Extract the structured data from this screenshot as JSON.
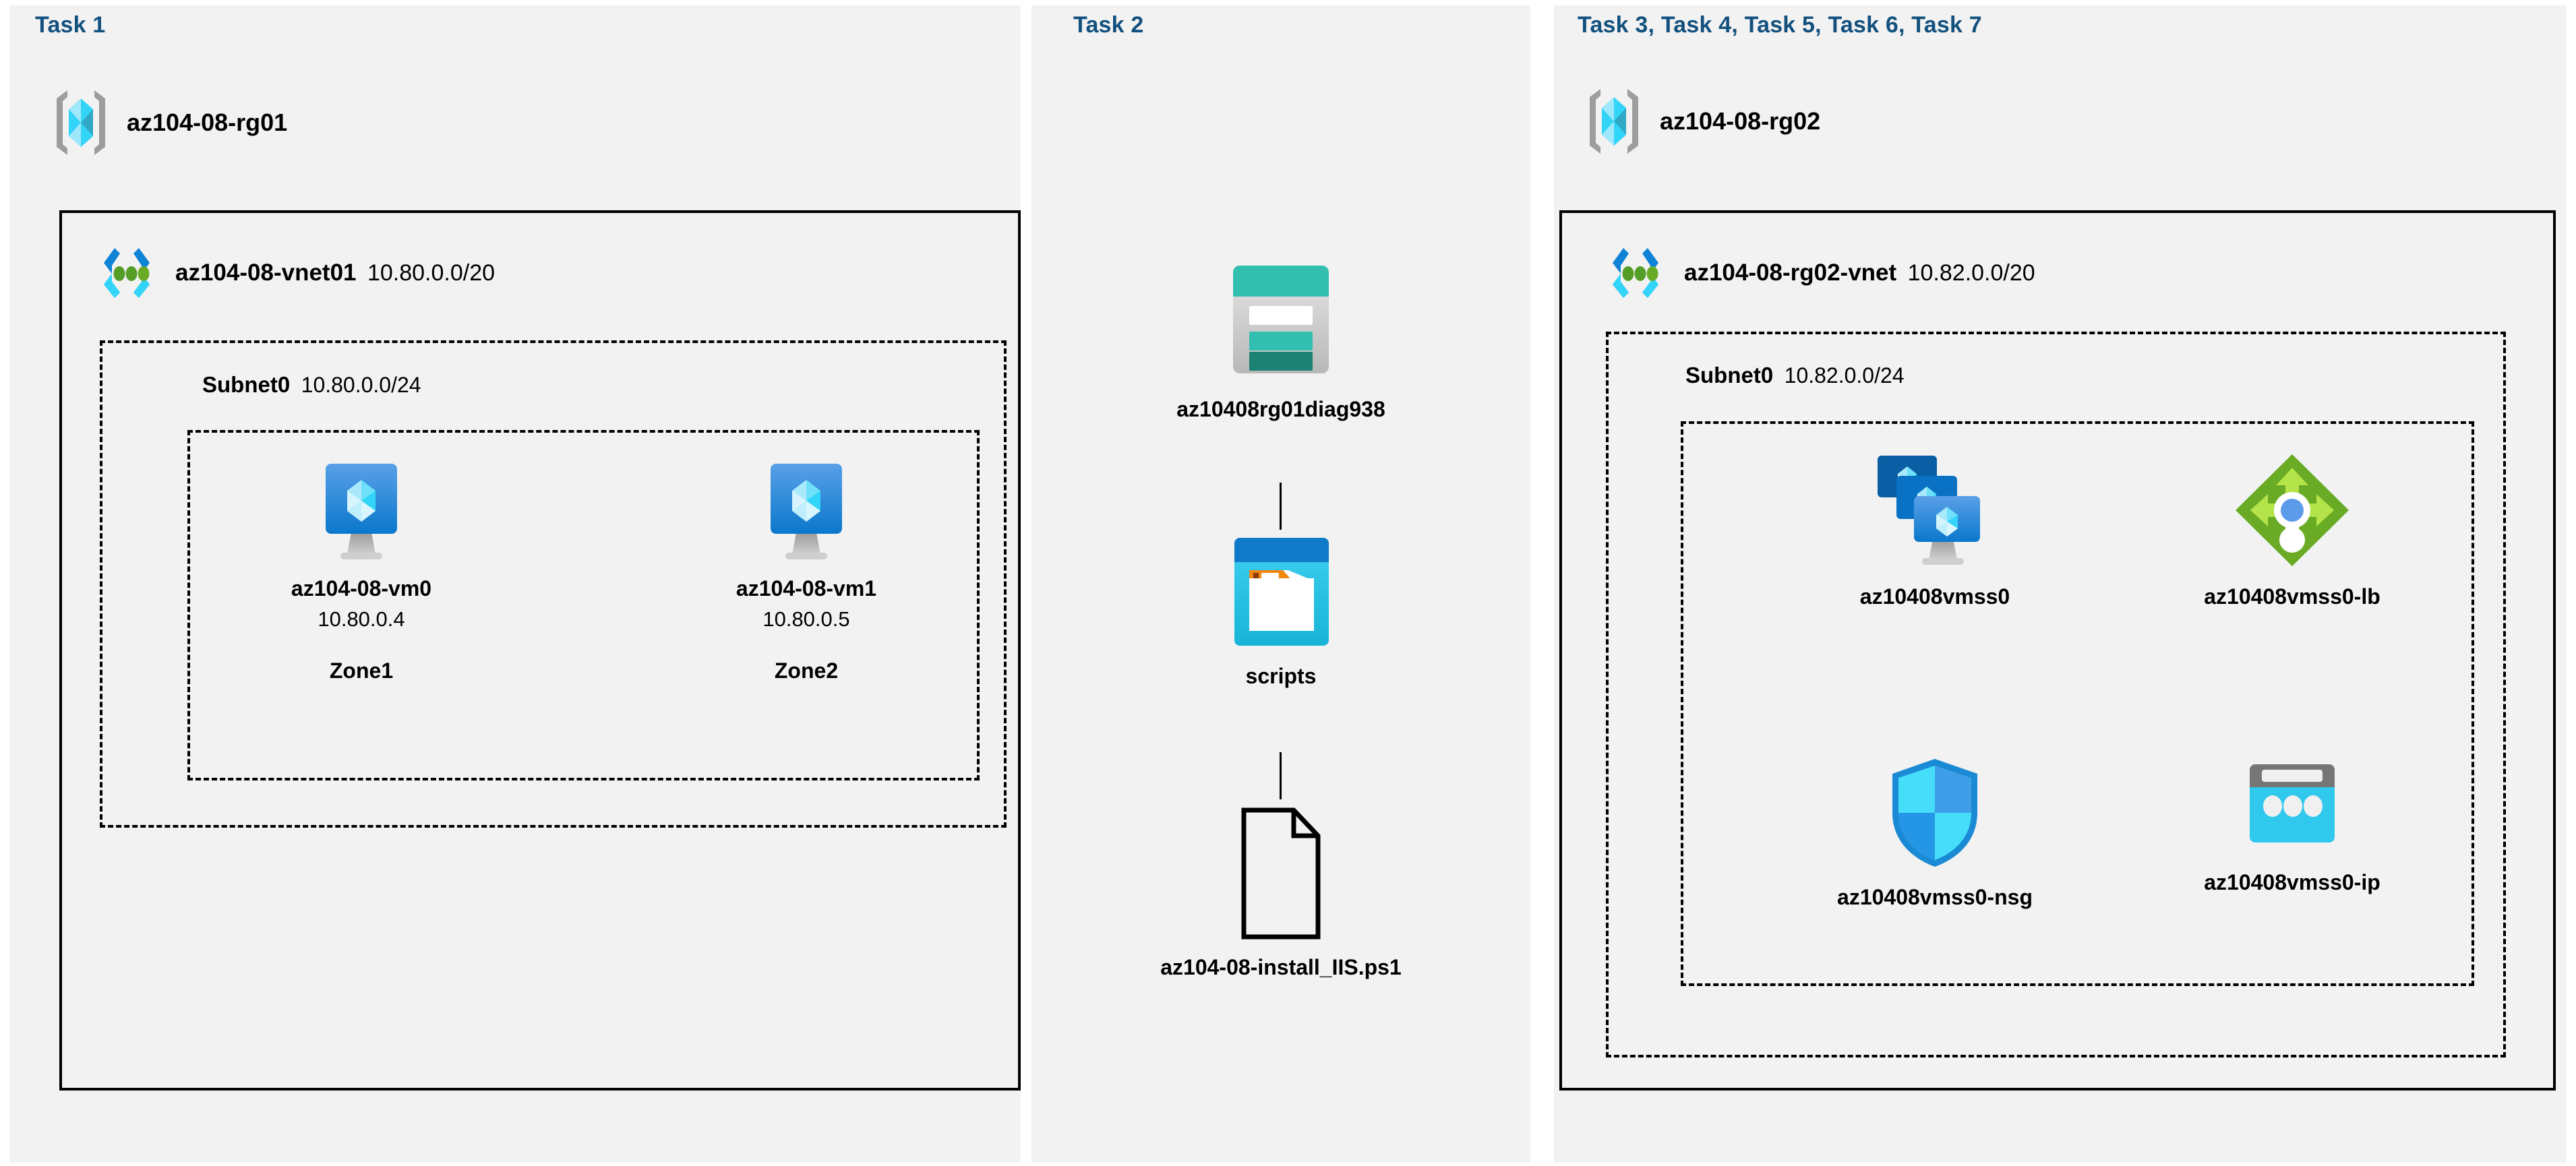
{
  "panels": [
    {
      "title": "Task 1"
    },
    {
      "title": "Task 2"
    },
    {
      "title": "Task 3, Task 4, Task 5, Task 6, Task 7"
    }
  ],
  "colors": {
    "task_title": "#12507e",
    "panel_bg": "#f2f2f2",
    "page_bg": "#ffffff",
    "border": "#000000",
    "vnet_blue": "#0f83d6",
    "vnet_cyan": "#32d5f8",
    "vnet_green": "#549e28",
    "vm_blue_top": "#5aa0e8",
    "vm_blue_bottom": "#0a78cb",
    "storage_teal": "#32bfb0",
    "storage_teal_dark": "#1c8273",
    "container_blue": "#0f7ac8",
    "container_cyan": "#32c8ee",
    "folder_orange": "#f2870d",
    "lb_green": "#6aab26",
    "lb_green_light": "#b4e34a",
    "lb_dot_blue": "#5b9bea",
    "nsg_cyan": "#46ddfb",
    "nsg_blue": "#2596e6",
    "ip_gray": "#767676",
    "ip_cyan": "#31c8ee",
    "rg_gray": "#9d9d9d",
    "rg_cyan_light": "#9fe7fb",
    "rg_cyan": "#32d5f8",
    "rg_teal_dark": "#31a8c6"
  },
  "task1": {
    "resource_group": "az104-08-rg01",
    "vnet": {
      "name": "az104-08-vnet01",
      "cidr": "10.80.0.0/20"
    },
    "subnet": {
      "name": "Subnet0",
      "cidr": "10.80.0.0/24"
    },
    "vms": [
      {
        "name": "az104-08-vm0",
        "ip": "10.80.0.4",
        "zone": "Zone1"
      },
      {
        "name": "az104-08-vm1",
        "ip": "10.80.0.5",
        "zone": "Zone2"
      }
    ]
  },
  "task2": {
    "storage_account": "az10408rg01diag938",
    "container": "scripts",
    "file": "az104-08-install_IIS.ps1"
  },
  "task3": {
    "resource_group": "az104-08-rg02",
    "vnet": {
      "name": "az104-08-rg02-vnet",
      "cidr": "10.82.0.0/20"
    },
    "subnet": {
      "name": "Subnet0",
      "cidr": "10.82.0.0/24"
    },
    "resources": [
      {
        "name": "az10408vmss0"
      },
      {
        "name": "az10408vmss0-lb"
      },
      {
        "name": "az10408vmss0-nsg"
      },
      {
        "name": "az10408vmss0-ip"
      }
    ]
  },
  "icons": {
    "resource_group": "resource-group-icon",
    "vnet": "virtual-network-icon",
    "vm": "virtual-machine-icon",
    "vmss": "vm-scale-set-icon",
    "storage": "storage-account-icon",
    "container": "blob-container-icon",
    "file": "file-icon",
    "load_balancer": "load-balancer-icon",
    "nsg": "network-security-group-icon",
    "public_ip": "public-ip-address-icon"
  }
}
